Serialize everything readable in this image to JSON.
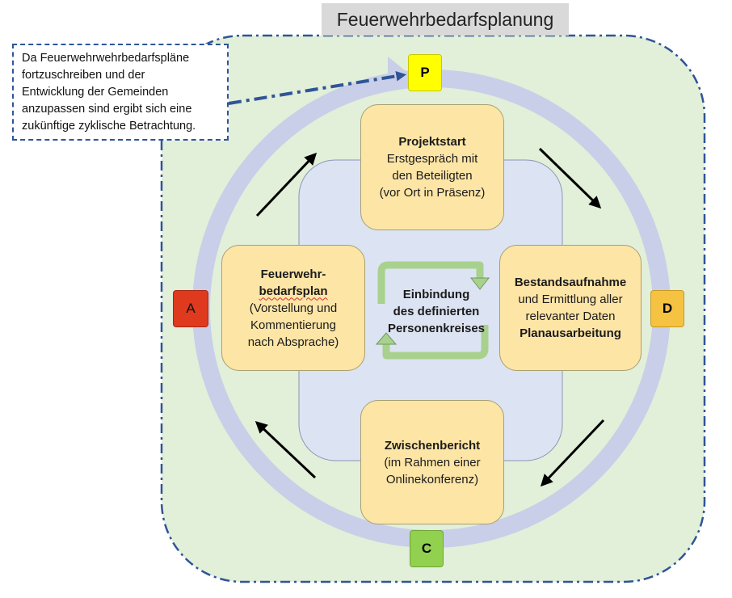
{
  "title": "Feuerwehrbedarfsplanung",
  "note": {
    "lines": [
      "Da Feuerwehrwehrbedarfspläne",
      "fortzuschreiben und der",
      "Entwicklung der Gemeinden",
      "anzupassen sind ergibt sich eine",
      "zukünftige zyklische Betrachtung."
    ]
  },
  "phases": {
    "p": {
      "label": "P",
      "color": "#ffff00"
    },
    "d": {
      "label": "D",
      "color": "#f5c242"
    },
    "c": {
      "label": "C",
      "color": "#92d050"
    },
    "a": {
      "label": "A",
      "color": "#e03a1e"
    }
  },
  "steps": {
    "projektstart": {
      "title": "Projektstart",
      "lines": [
        "Erstgespräch mit",
        "den Beteiligten",
        "(vor Ort in Präsenz)"
      ]
    },
    "bestandsaufnahme": {
      "title": "Bestandsaufnahme",
      "lines": [
        "und Ermittlung aller",
        "relevanter Daten"
      ],
      "footer": "Planausarbeitung"
    },
    "zwischenbericht": {
      "title": "Zwischenbericht",
      "lines": [
        "(im Rahmen einer",
        "Onlinekonferenz)"
      ]
    },
    "feuerwehrbedarfsplan": {
      "title_line1": "Feuerwehr-",
      "title_line2": "bedarfsplan",
      "lines": [
        "(Vorstellung und",
        "Kommentierung",
        "nach Absprache)"
      ]
    }
  },
  "center": {
    "lines": [
      "Einbindung",
      "des definierten",
      "Personenkreises"
    ]
  },
  "colors": {
    "outer_region": "#e2efd9",
    "cycle_ring": "#c9cfe8",
    "inner_region": "#dce3f2",
    "step_box": "#fde5a6",
    "dash_border": "#2f5597",
    "title_bg": "#d9d9d9"
  }
}
